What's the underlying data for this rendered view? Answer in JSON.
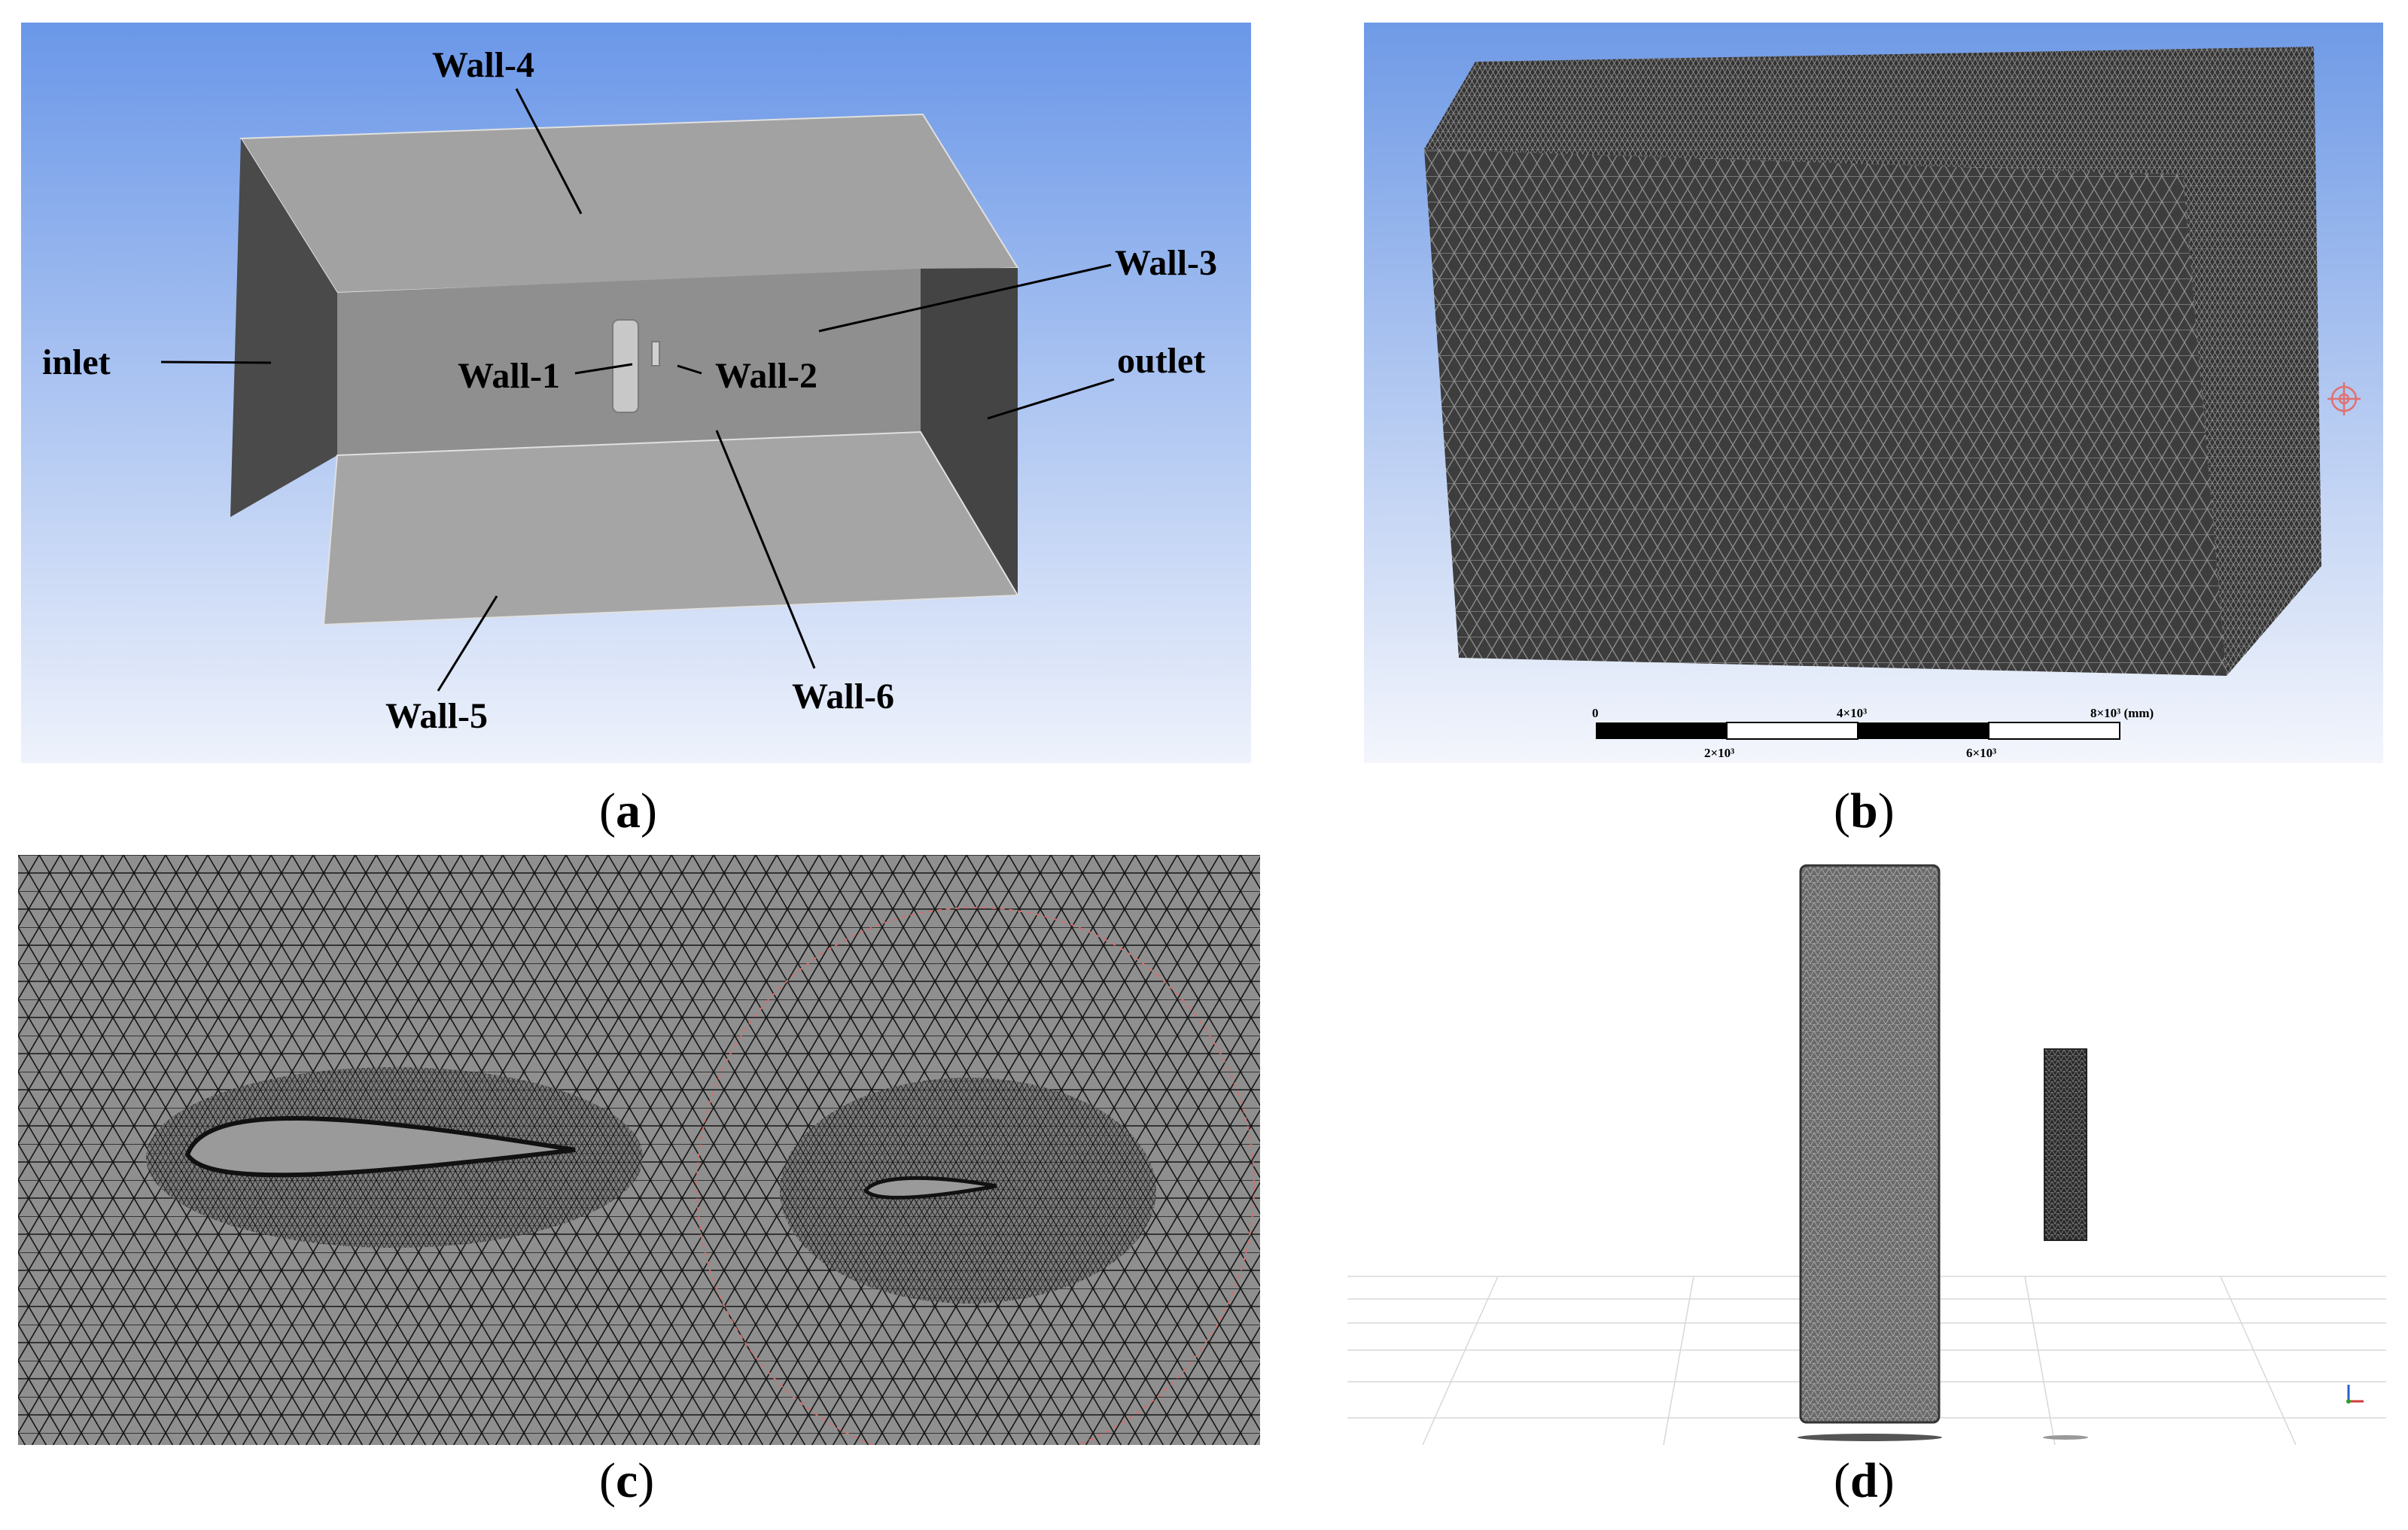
{
  "panel_a": {
    "labels": {
      "wall4": "Wall-4",
      "wall3": "Wall-3",
      "inlet": "inlet",
      "outlet": "outlet",
      "wall1": "Wall-1",
      "wall2": "Wall-2",
      "wall5": "Wall-5",
      "wall6": "Wall-6"
    },
    "colors": {
      "background_top": "#6a97e8",
      "background_bottom": "#eef2fb",
      "face_light": "#a0a0a0",
      "face_dark": "#4a4a4a"
    }
  },
  "panel_b": {
    "scale_bar": {
      "ticks_top": [
        "0",
        "4×10³",
        "8×10³ (mm)"
      ],
      "ticks_bottom": [
        "2×10³",
        "6×10³"
      ]
    },
    "colors": {
      "mesh": "#3a3a3a"
    }
  },
  "panel_c": {
    "colors": {
      "background": "#8f8f8f",
      "mesh": "#1a1a1a",
      "circle": "#d07070"
    }
  },
  "panel_d": {
    "colors": {
      "mesh": "#555555"
    }
  },
  "captions": {
    "a": {
      "open": "(",
      "letter": "a",
      "close": ")"
    },
    "b": {
      "open": "(",
      "letter": "b",
      "close": ")"
    },
    "c": {
      "open": "(",
      "letter": "c",
      "close": ")"
    },
    "d": {
      "open": "(",
      "letter": "d",
      "close": ")"
    }
  }
}
